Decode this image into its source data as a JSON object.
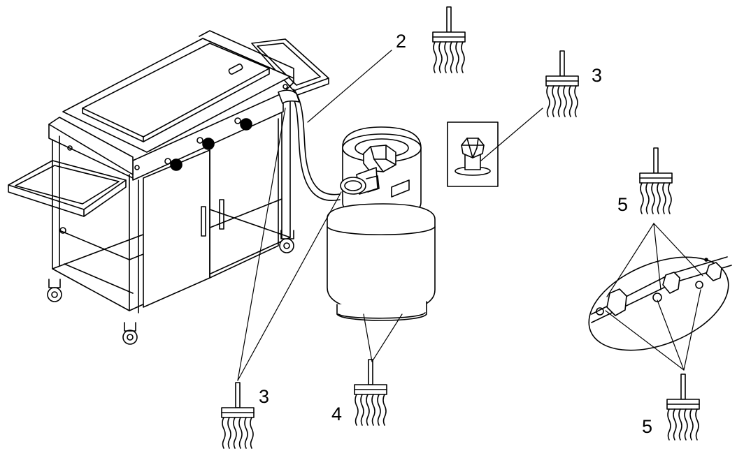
{
  "diagram": {
    "callouts": {
      "hose": "2",
      "regulator_connection": "3",
      "regulator_connection_lower": "3",
      "cylinder_valve": "4",
      "burner_valve_upper": "5",
      "burner_valve_lower": "5"
    },
    "icons": {
      "brush": "brush-icon",
      "grill": "griddle-grill",
      "cylinder": "propane-cylinder",
      "inset": "valve-inset",
      "control_panel": "control-panel-inset"
    },
    "colors": {
      "line": "#000000",
      "background": "#ffffff"
    }
  }
}
